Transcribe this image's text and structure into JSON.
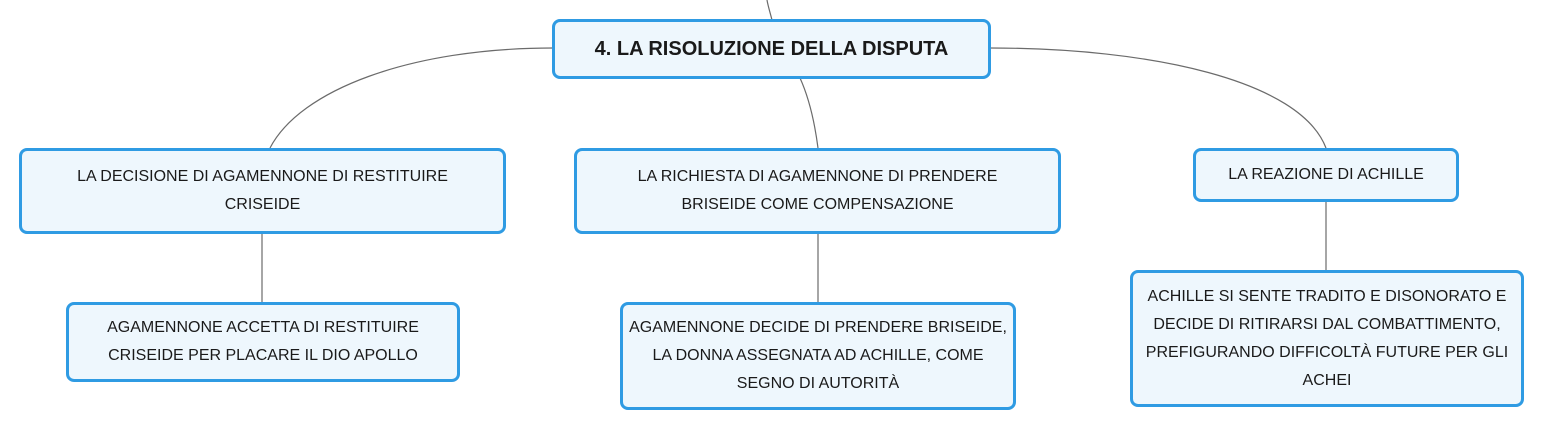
{
  "map": {
    "root": "4. LA RISOLUZIONE DELLA DISPUTA",
    "branch_left": "LA DECISIONE DI AGAMENNONE DI RESTITUIRE CRISEIDE",
    "branch_left_detail": "AGAMENNONE ACCETTA DI RESTITUIRE CRISEIDE PER PLACARE IL DIO APOLLO",
    "branch_center": "LA RICHIESTA DI AGAMENNONE DI PRENDERE BRISEIDE COME COMPENSAZIONE",
    "branch_center_detail": "AGAMENNONE DECIDE DI PRENDERE BRISEIDE, LA DONNA ASSEGNATA AD ACHILLE, COME SEGNO DI AUTORITÀ",
    "branch_right": "LA REAZIONE DI ACHILLE",
    "branch_right_detail": "ACHILLE SI SENTE TRADITO E DISONORATO E DECIDE DI RITIRARSI DAL COMBATTIMENTO, PREFIGURANDO DIFFICOLTÀ FUTURE PER GLI ACHEI"
  },
  "colors": {
    "node_border": "#2f9be3",
    "node_fill": "#eef7fd",
    "connector": "#6b6b6b",
    "text": "#1a1a1a"
  }
}
